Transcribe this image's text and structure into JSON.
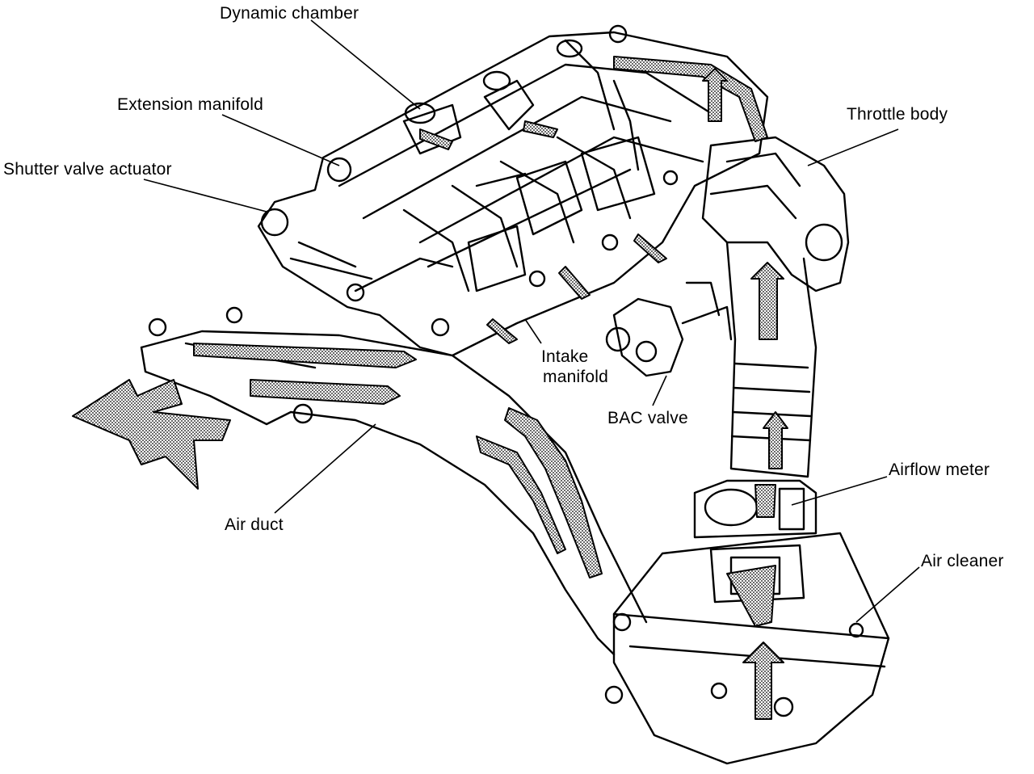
{
  "labels": {
    "dynamic_chamber": "Dynamic chamber",
    "extension_manifold": "Extension manifold",
    "shutter_valve_actuator": "Shutter valve actuator",
    "throttle_body": "Throttle body",
    "intake_manifold_line1": "Intake",
    "intake_manifold_line2": "manifold",
    "bac_valve": "BAC valve",
    "airflow_meter": "Airflow meter",
    "air_cleaner": "Air cleaner",
    "air_duct": "Air duct"
  },
  "colors": {
    "ink": "#000000",
    "paper": "#ffffff",
    "flow_fill": "#9a9a9a"
  }
}
